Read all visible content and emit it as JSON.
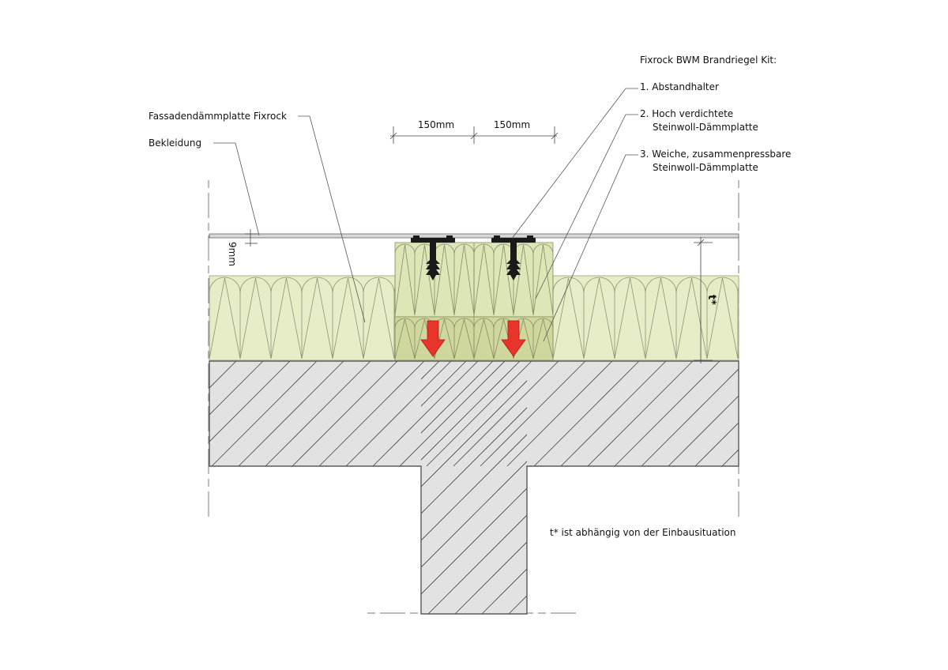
{
  "title": "Fixrock BWM Brandriegel Kit:",
  "items": [
    {
      "line1": "1. Abstandhalter",
      "line2": ""
    },
    {
      "line1": "2. Hoch verdichtete",
      "line2": "Steinwoll-Dämmplatte"
    },
    {
      "line1": "3. Weiche, zusammenpressbare",
      "line2": "Steinwoll-Dämmplatte"
    }
  ],
  "labels": {
    "insulation_board": "Fassadendämmplatte Fixrock",
    "cladding": "Bekleidung"
  },
  "dimensions": {
    "width_left": "150mm",
    "width_right": "150mm",
    "gap": "9mm",
    "thickness": "t*"
  },
  "footnote": "t* ist abhängig von der Einbausituation",
  "colors": {
    "insulation": "#e6ecc6",
    "firebreak_upper": "#dde6b6",
    "firebreak_lower": "#cfd79d",
    "concrete": "#e2e2e2",
    "arrow": "#e8342a",
    "anchor": "#1a1a1a"
  },
  "icons": [
    "spacer-anchor-icon",
    "compression-arrow-icon"
  ]
}
